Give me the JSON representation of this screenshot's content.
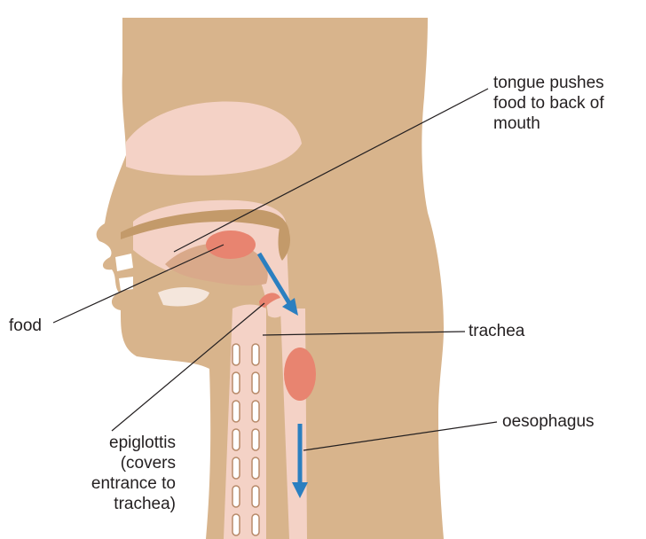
{
  "labels": {
    "tongue": "tongue pushes\nfood to back of\nmouth",
    "food": "food",
    "trachea": "trachea",
    "oesophagus": "oesophagus",
    "epiglottis": "epiglottis\n(covers\nentrance to\ntrachea)"
  },
  "colors": {
    "skin": "#d8b48c",
    "tissue": "#f4d2c6",
    "food_bolus": "#e88470",
    "arrow": "#2b7fc0",
    "line": "#231f20"
  }
}
